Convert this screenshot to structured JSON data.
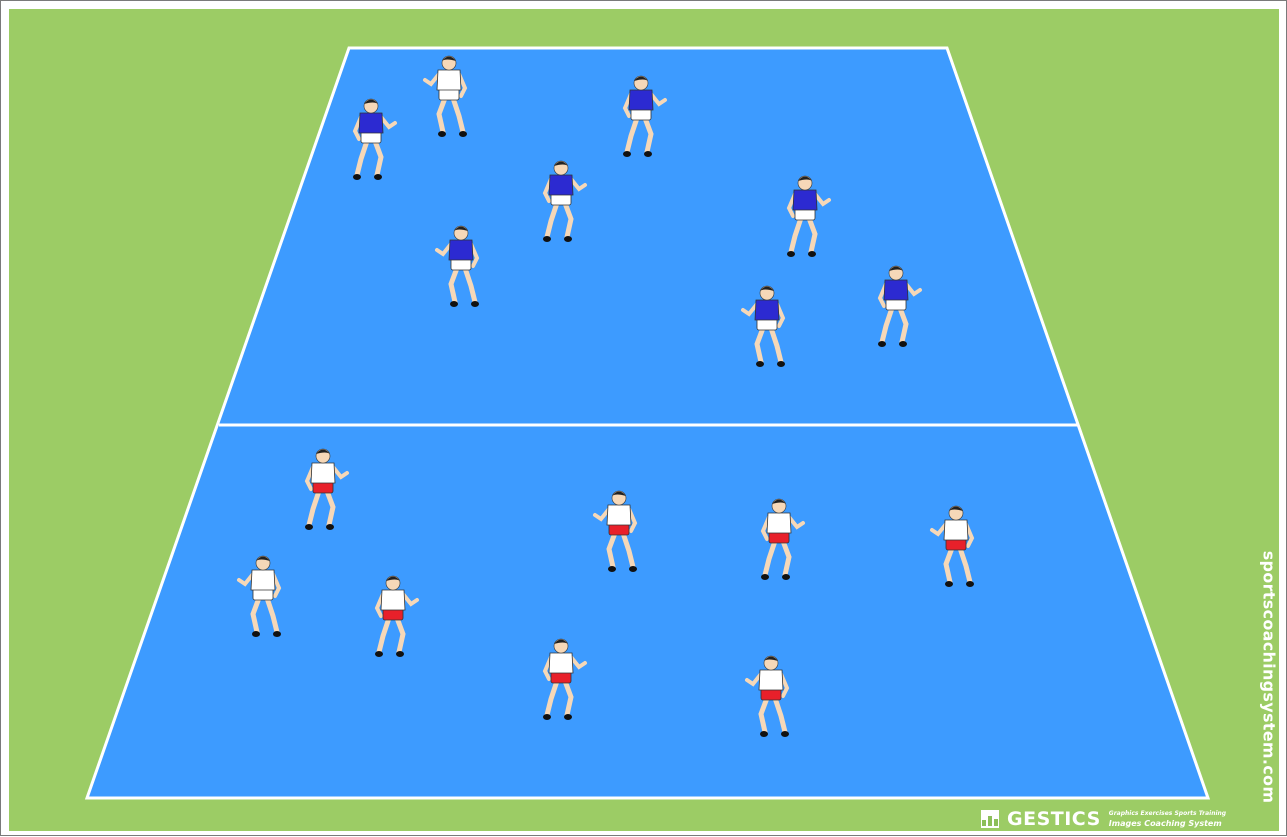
{
  "colors": {
    "grass": "#9ccc65",
    "court": "#3d9bff",
    "line": "#ffffff",
    "team_a_shirt": "#2c2ad1",
    "team_a_shorts": "#ffffff",
    "team_b_shirt": "#ffffff",
    "team_b_shorts": "#e8202a",
    "skin": "#f6d8b8",
    "hair": "#222222"
  },
  "watermark": "sportscoachingsystem.com",
  "brand": {
    "logo_icon": "gestics-logo-icon",
    "name": "GESTICS",
    "tagline_line1": "Graphics Exercises Sports Training",
    "tagline_line2": "Images Coaching System"
  },
  "team_blue": {
    "players": [
      {
        "label": "blue-player-1"
      },
      {
        "label": "white-player-1"
      },
      {
        "label": "blue-player-2"
      },
      {
        "label": "blue-player-3"
      },
      {
        "label": "blue-player-4"
      },
      {
        "label": "blue-player-5"
      },
      {
        "label": "blue-player-6"
      },
      {
        "label": "blue-player-7"
      }
    ]
  },
  "team_red": {
    "players": [
      {
        "label": "red-player-1"
      },
      {
        "label": "red-player-2"
      },
      {
        "label": "red-player-3"
      },
      {
        "label": "red-player-4"
      },
      {
        "label": "red-player-5"
      },
      {
        "label": "red-player-6"
      },
      {
        "label": "red-player-7"
      },
      {
        "label": "red-player-8"
      }
    ]
  }
}
